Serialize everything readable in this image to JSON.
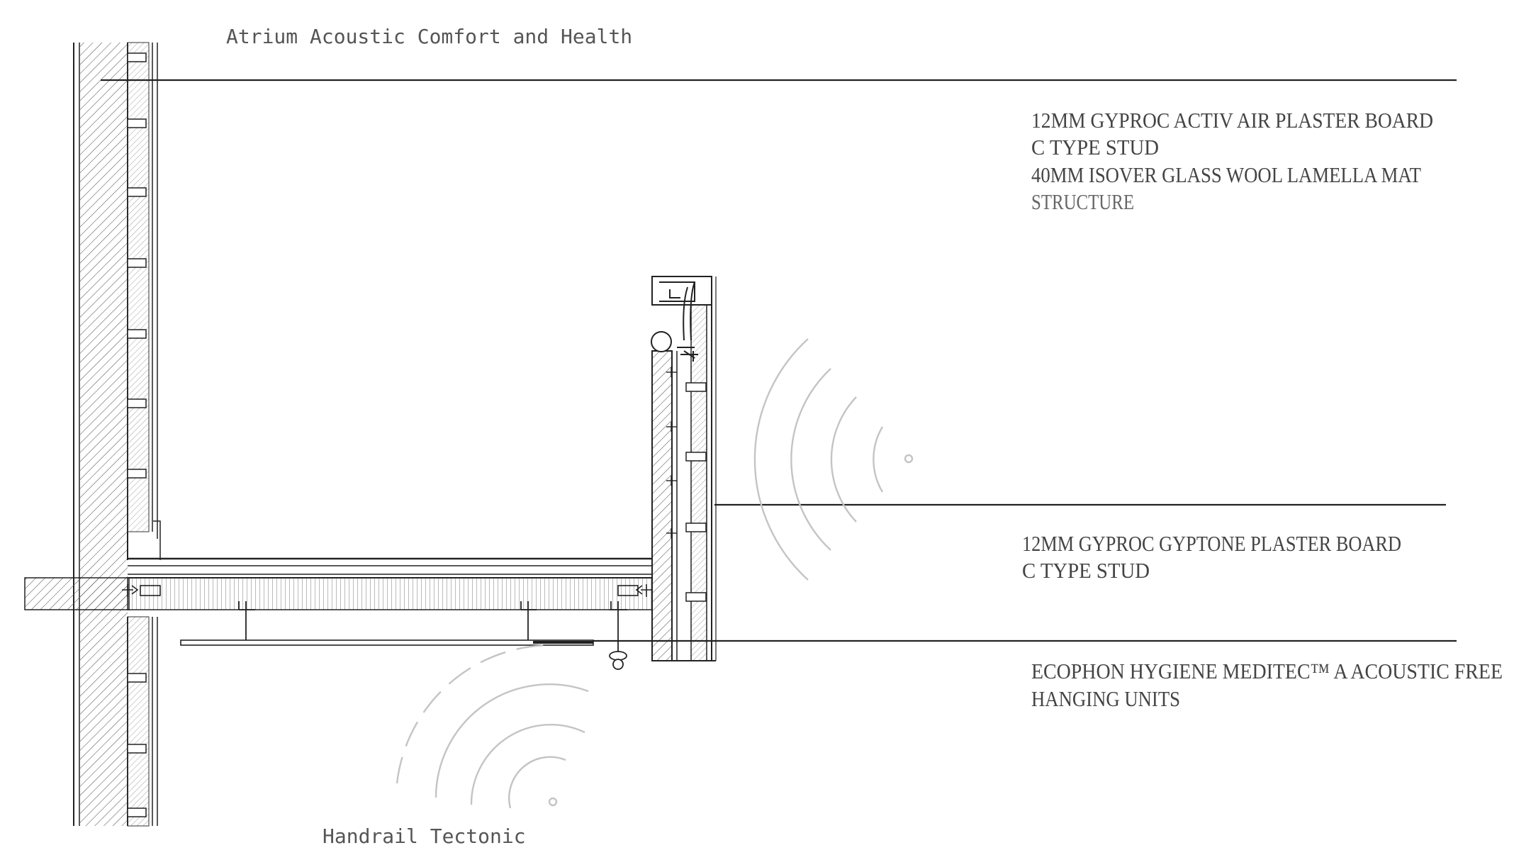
{
  "title": "Atrium Acoustic Comfort and Health",
  "caption": "Handrail Tectonic",
  "callouts": {
    "wall": {
      "lines": [
        "12MM GYPROC ACTIV AIR PLASTER BOARD",
        "C TYPE STUD",
        "40MM ISOVER GLASS WOOL LAMELLA MAT",
        "STRUCTURE"
      ]
    },
    "handrail": {
      "lines": [
        "12MM GYPROC GYPTONE PLASTER BOARD",
        "C TYPE STUD"
      ]
    },
    "ceiling": {
      "lines": [
        "ECOPHON HYGIENE MEDITEC™ A  ACOUSTIC FREE",
        "HANGING UNITS"
      ]
    }
  },
  "colors": {
    "line": "#222222",
    "hatch": "#555555",
    "sound_waves": "#c4c4c4"
  },
  "icons": [
    "sound-wave-icon",
    "light-fixture-icon"
  ]
}
